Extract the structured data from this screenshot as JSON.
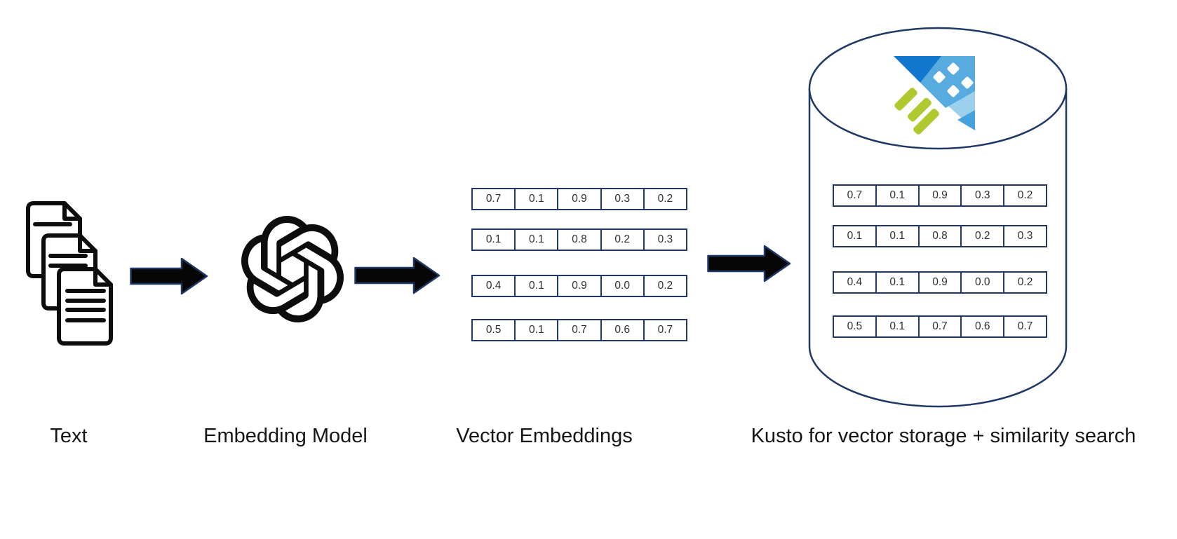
{
  "stages": [
    {
      "label": "Text",
      "icon": "documents-icon"
    },
    {
      "label": "Embedding Model",
      "icon": "openai-logo-icon"
    },
    {
      "label": "Vector Embeddings",
      "icon": "vector-tables"
    },
    {
      "label": "Kusto for vector storage + similarity search",
      "icon": "azure-data-explorer-database-icon"
    }
  ],
  "vectors": [
    [
      "0.7",
      "0.1",
      "0.9",
      "0.3",
      "0.2"
    ],
    [
      "0.1",
      "0.1",
      "0.8",
      "0.2",
      "0.3"
    ],
    [
      "0.4",
      "0.1",
      "0.9",
      "0.0",
      "0.2"
    ],
    [
      "0.5",
      "0.1",
      "0.7",
      "0.6",
      "0.7"
    ]
  ],
  "colors": {
    "table_border": "#1f3864",
    "cylinder_stroke": "#1f3864",
    "arrow_fill": "#060606",
    "arrow_stroke": "#1f3864",
    "adx_dark_blue": "#1278cd",
    "adx_mid_blue": "#58abdf",
    "adx_light_blue": "#9dd0ec",
    "adx_tip_blue": "#46a2da",
    "adx_green": "#aeca2f"
  }
}
